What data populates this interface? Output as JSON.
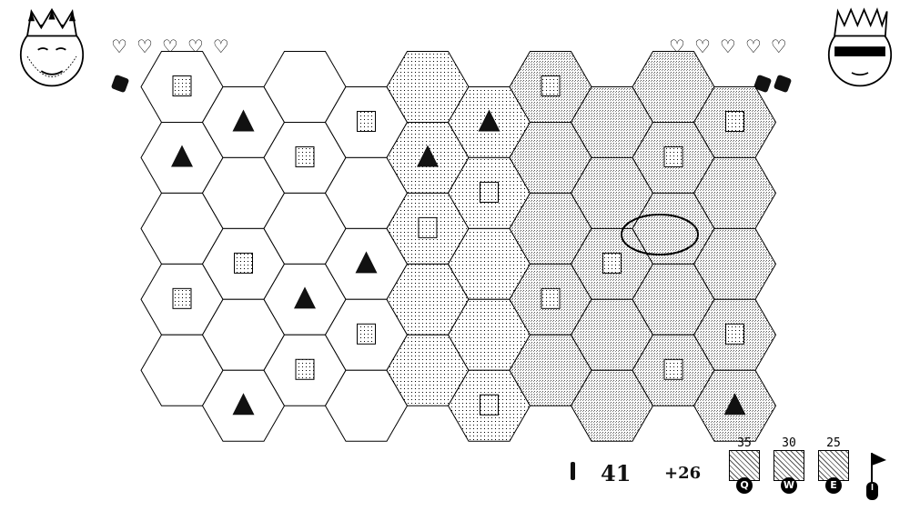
{
  "player_left": {
    "portrait": "bearded-king-portrait",
    "hearts": 5,
    "gems": 1
  },
  "player_right": {
    "portrait": "blindfolded-queen-portrait",
    "hearts": 5,
    "gems": 2
  },
  "hud": {
    "resource_value": "41",
    "income": "+26",
    "units": [
      {
        "cost": "35",
        "key": "Q",
        "icon": "tower-unit-icon"
      },
      {
        "cost": "30",
        "key": "W",
        "icon": "catapult-unit-icon"
      },
      {
        "cost": "25",
        "key": "E",
        "icon": "spire-unit-icon"
      }
    ],
    "flag_icon": "flag-icon",
    "mouse_icon": "mouse-icon"
  },
  "colors": {
    "ink": "#000000",
    "paper": "#ffffff",
    "left_territory": "#ffffff",
    "right_territory": "#d8d8d8"
  }
}
